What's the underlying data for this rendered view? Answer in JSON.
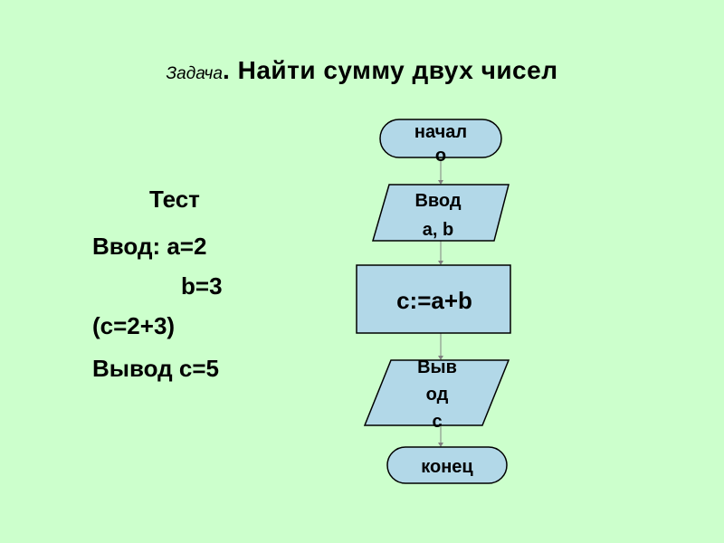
{
  "title": {
    "task_word": "Задача",
    "dot": ".",
    "main": "Найти сумму двух чисел"
  },
  "test": {
    "heading": "Тест",
    "line_a": "Ввод: a=2",
    "line_b": "b=3",
    "line_calc": "(с=2+3)",
    "line_out": "Вывод с=5"
  },
  "flowchart": {
    "fill_color": "#b2d8e8",
    "stroke_color": "#000000",
    "start": {
      "lines": [
        "начал",
        "о"
      ]
    },
    "input": {
      "lines": [
        "Ввод",
        "a,  b"
      ]
    },
    "process": {
      "lines": [
        "c:=a+b"
      ]
    },
    "output": {
      "lines": [
        "Выв",
        "од",
        "с"
      ]
    },
    "end": {
      "lines": [
        "конец"
      ]
    }
  }
}
